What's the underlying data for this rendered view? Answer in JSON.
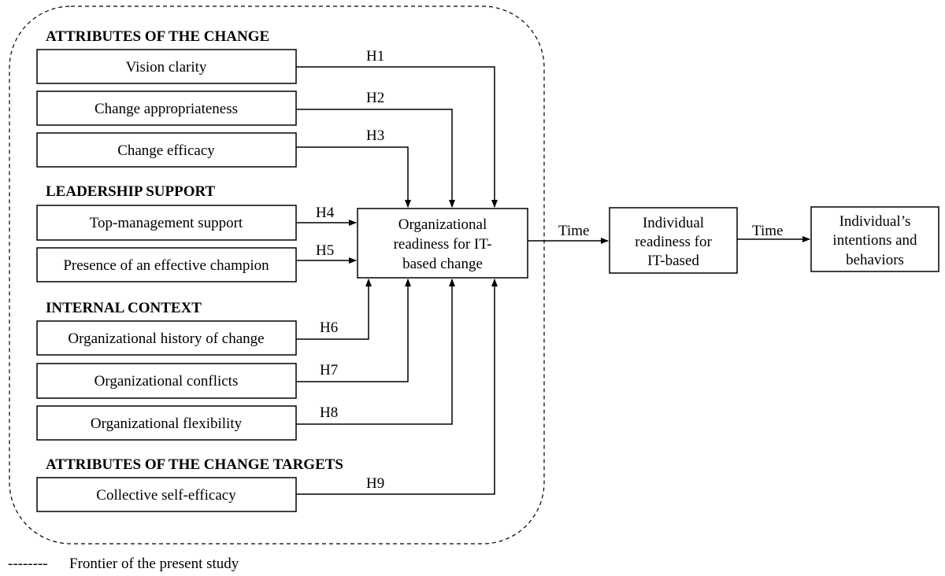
{
  "groups": {
    "attributes_change": "ATTRIBUTES OF THE CHANGE",
    "leadership_support": "LEADERSHIP SUPPORT",
    "internal_context": "INTERNAL CONTEXT",
    "attributes_targets": "ATTRIBUTES OF THE CHANGE TARGETS"
  },
  "factors": {
    "vision_clarity": "Vision clarity",
    "change_appropriateness": "Change appropriateness",
    "change_efficacy": "Change efficacy",
    "top_management_support": "Top-management support",
    "effective_champion": "Presence of an effective champion",
    "history_of_change": "Organizational history of change",
    "conflicts": "Organizational conflicts",
    "flexibility": "Organizational flexibility",
    "self_efficacy": "Collective self-efficacy"
  },
  "hypotheses": [
    "H1",
    "H2",
    "H3",
    "H4",
    "H5",
    "H6",
    "H7",
    "H8",
    "H9"
  ],
  "outcomes": {
    "org_readiness": [
      "Organizational",
      "readiness for IT-",
      "based change"
    ],
    "individual_readiness": [
      "Individual",
      "readiness for",
      "IT-based"
    ],
    "intentions": [
      "Individual’s",
      "intentions and",
      "behaviors"
    ]
  },
  "time_labels": [
    "Time",
    "Time"
  ],
  "legend": {
    "dashes": "--------",
    "text": "Frontier of the present study"
  },
  "colors": {
    "line": "#000000",
    "background": "#ffffff"
  }
}
